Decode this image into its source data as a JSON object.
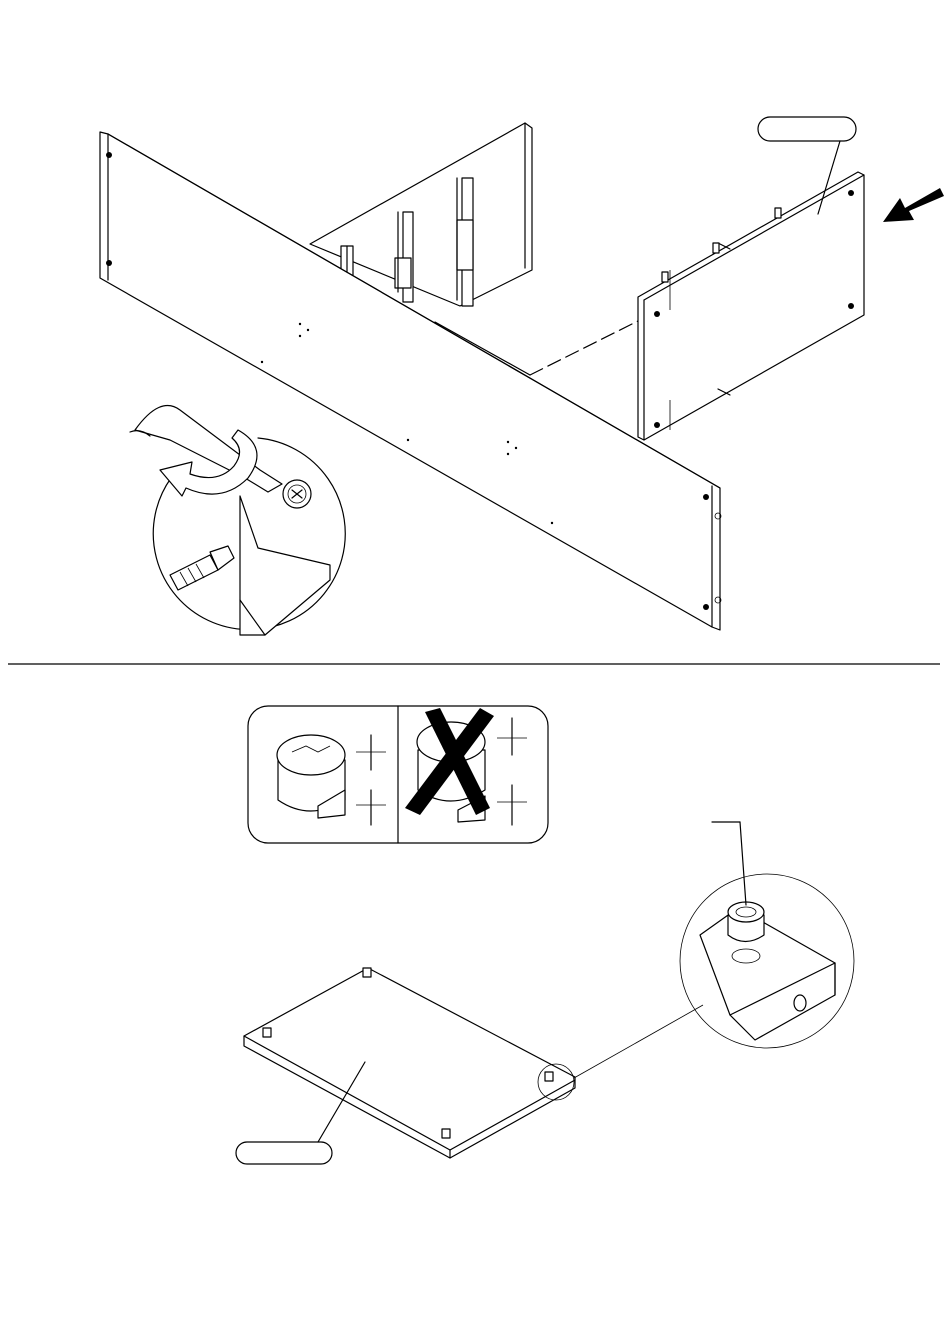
{
  "manual": {
    "step_upper": {
      "part_label_right_panel": "",
      "instruction": "insert-and-turn-cam-lock",
      "arrow_direction": "toward-frame"
    },
    "step_lower": {
      "part_label_bottom_panel": "",
      "part_label_cam_callout": "",
      "comparison": [
        "correct-orientation",
        "incorrect-orientation"
      ]
    },
    "colors": {
      "line": "#000000",
      "background": "#ffffff"
    },
    "icons": [
      "screwdriver-icon",
      "rotate-arrow-icon",
      "cam-lock-icon",
      "dowel-icon",
      "cross-out-icon",
      "direction-arrow-icon"
    ]
  }
}
